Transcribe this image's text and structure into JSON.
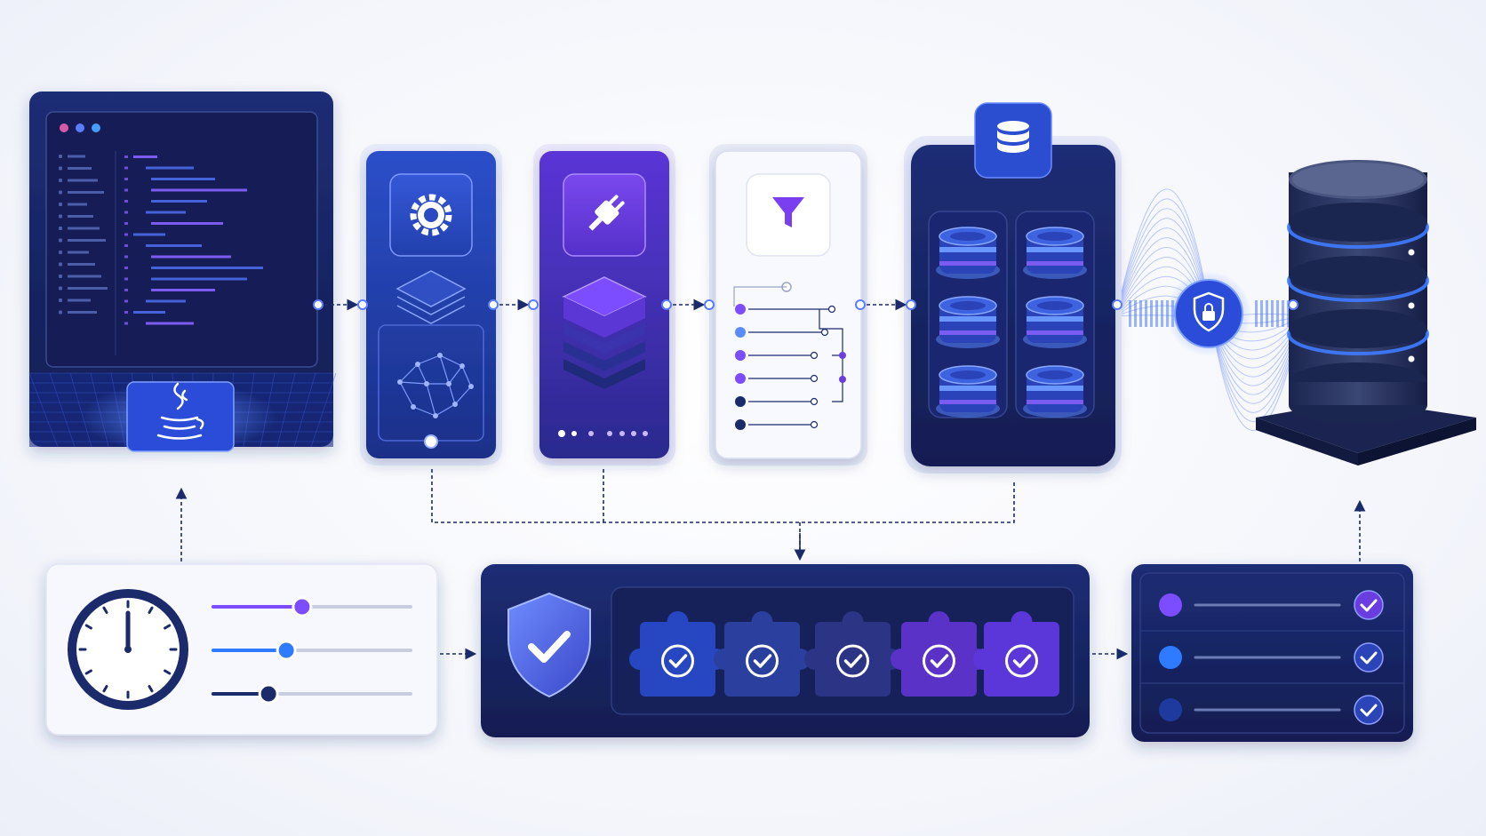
{
  "diagram": {
    "colors": {
      "navy": "#1b2a6b",
      "deep_navy": "#0f1a4a",
      "blue": "#2f56e0",
      "indigo": "#4a3bd1",
      "purple": "#6a3de0",
      "violet": "#7b4dff",
      "light_panel": "#f6f7fc",
      "glow": "#5b8cff"
    },
    "nodes": [
      {
        "id": "ide",
        "icon": "java-icon"
      },
      {
        "id": "config",
        "icon": "gear-icon"
      },
      {
        "id": "plugin",
        "icon": "plug-icon"
      },
      {
        "id": "filter",
        "icon": "funnel-icon"
      },
      {
        "id": "storage_cluster",
        "icon": "database-icon"
      },
      {
        "id": "security",
        "icon": "lock-shield-icon"
      },
      {
        "id": "database_server",
        "icon": "database-server-icon"
      },
      {
        "id": "scheduler",
        "icon": "clock-icon"
      },
      {
        "id": "validation",
        "icon": "shield-check-icon"
      },
      {
        "id": "checklist",
        "icon": "checklist-icon"
      }
    ],
    "sliders": [
      0.45,
      0.37,
      0.28
    ],
    "puzzle_pieces": 5,
    "checklist_items": 3
  }
}
